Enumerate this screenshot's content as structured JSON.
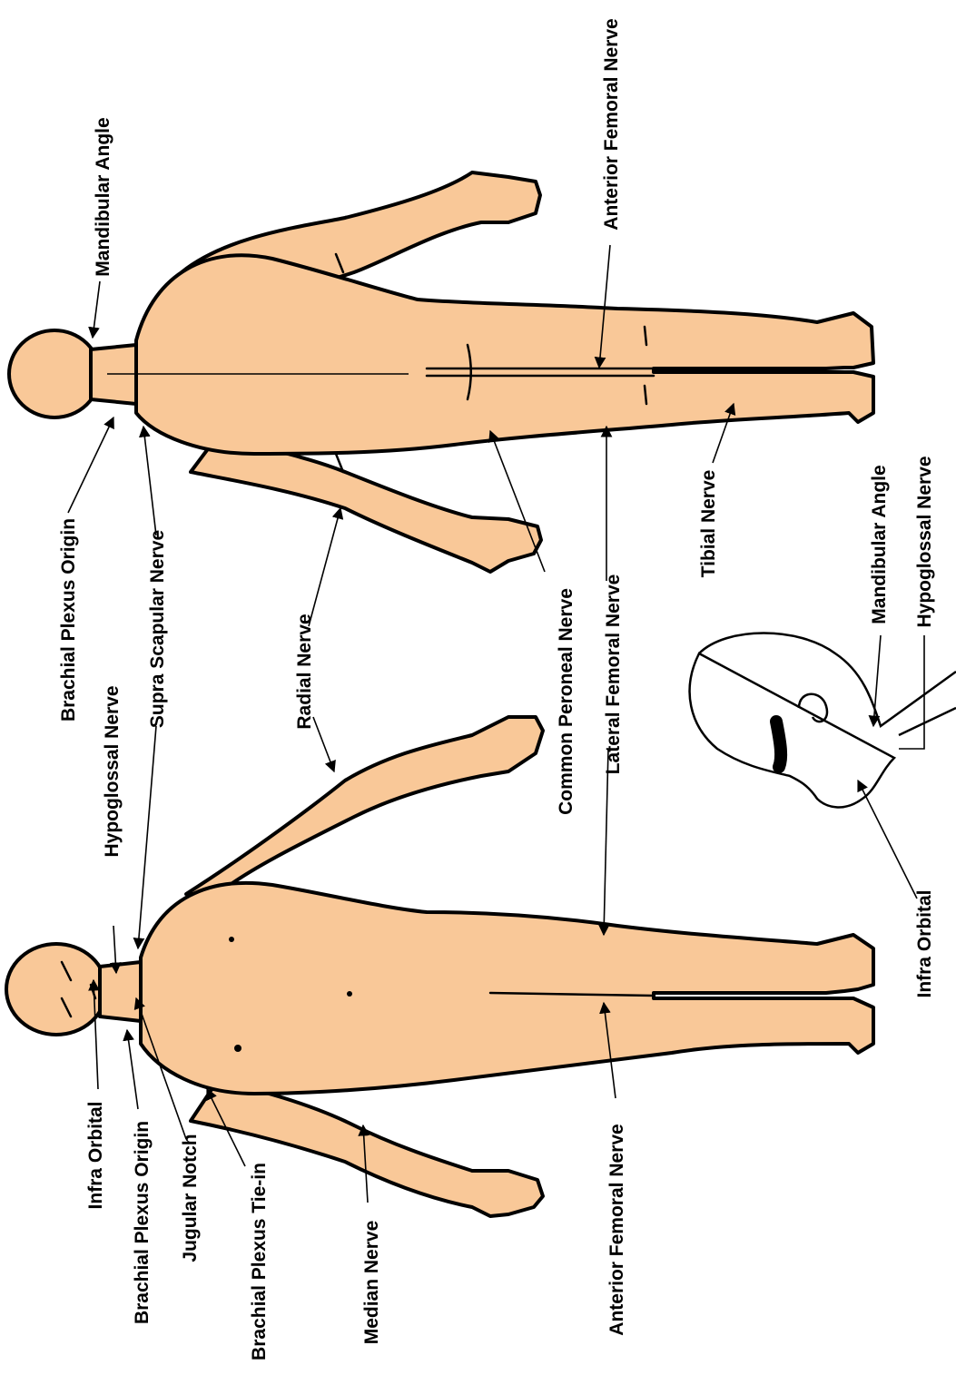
{
  "colors": {
    "skin": "#f9c898",
    "outline": "#000000",
    "background": "#ffffff"
  },
  "labels": {
    "mandibular_angle_back": "Mandibular Angle",
    "anterior_femoral_back": "Anterior Femoral Nerve",
    "brachial_plexus_origin_back": "Brachial Plexus Origin",
    "hypoglossal_front": "Hypoglossal Nerve",
    "supra_scapular": "Supra Scapular Nerve",
    "radial": "Radial Nerve",
    "common_peroneal": "Common Peroneal Nerve",
    "lateral_femoral": "Lateral Femoral Nerve",
    "tibial": "Tibial Nerve",
    "mandibular_angle_head": "Mandibular Angle",
    "hypoglossal_head": "Hypoglossal Nerve",
    "infra_orbital_head": "Infra Orbital",
    "infra_orbital_front": "Infra Orbital",
    "brachial_plexus_origin_front": "Brachial Plexus Origin",
    "jugular_notch": "Jugular Notch",
    "brachial_plexus_tiein": "Brachial Plexus Tie-in",
    "median": "Median Nerve",
    "anterior_femoral_front": "Anterior Femoral Nerve"
  }
}
